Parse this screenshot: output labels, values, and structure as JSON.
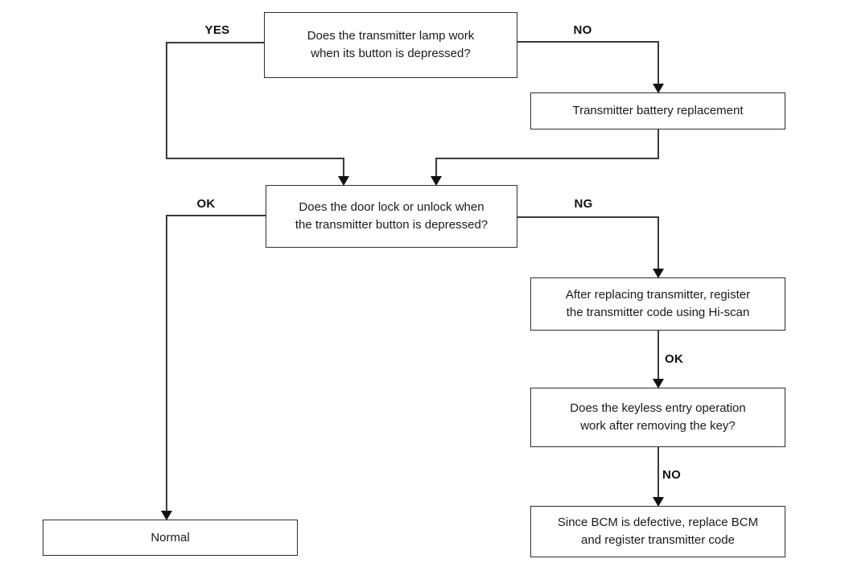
{
  "diagram": {
    "type": "flowchart",
    "nodes": {
      "lamp_question": {
        "text": "Does the transmitter lamp work\nwhen its button is depressed?"
      },
      "battery_replacement": {
        "text": "Transmitter battery replacement"
      },
      "door_lock_question": {
        "text": "Does the door lock or unlock when\nthe transmitter button is depressed?"
      },
      "register_transmitter": {
        "text": "After replacing transmitter, register\nthe transmitter code using Hi-scan"
      },
      "keyless_question": {
        "text": "Does the keyless entry operation\nwork after removing the key?"
      },
      "replace_bcm": {
        "text": "Since BCM is defective, replace BCM\nand register transmitter code"
      },
      "normal": {
        "text": "Normal"
      }
    },
    "edges": [
      {
        "from": "lamp_question",
        "to": "door_lock_question",
        "label": "YES"
      },
      {
        "from": "lamp_question",
        "to": "battery_replacement",
        "label": "NO"
      },
      {
        "from": "battery_replacement",
        "to": "door_lock_question",
        "label": ""
      },
      {
        "from": "door_lock_question",
        "to": "normal",
        "label": "OK"
      },
      {
        "from": "door_lock_question",
        "to": "register_transmitter",
        "label": "NG"
      },
      {
        "from": "register_transmitter",
        "to": "keyless_question",
        "label": "OK"
      },
      {
        "from": "keyless_question",
        "to": "replace_bcm",
        "label": "NO"
      }
    ],
    "colors": {
      "background": "#ffffff",
      "box_border": "#2e2e2e",
      "line": "#3a3a3a",
      "text": "#1a1a1a"
    }
  }
}
